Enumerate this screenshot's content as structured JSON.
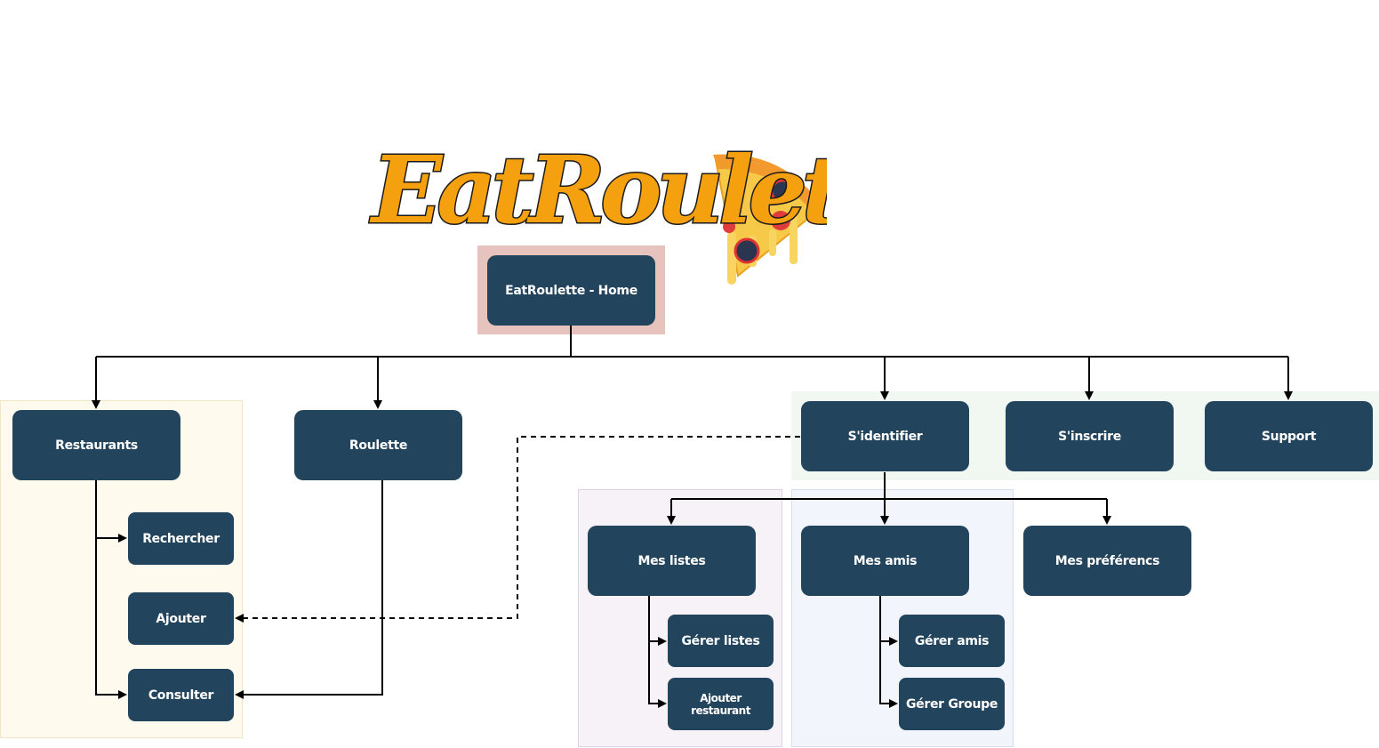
{
  "logo": {
    "text": "EatRoulette",
    "accent": "#f5a10f",
    "outline": "#1a1a1a"
  },
  "colors": {
    "node_fill": "#23445d",
    "node_text": "#ffffff",
    "edge": "#000000",
    "home_group": "#e6c4bd",
    "restaurants_group": "#fffaee",
    "auth_group": "#f1f7f1",
    "lists_group": "#f6f2f7",
    "friends_group": "#f2f5fc"
  },
  "nodes": {
    "home": "EatRoulette - Home",
    "restaurants": "Restaurants",
    "roulette": "Roulette",
    "sidentifier": "S'identifier",
    "sinscrire": "S'inscrire",
    "support": "Support",
    "rechercher": "Rechercher",
    "ajouter": "Ajouter",
    "consulter": "Consulter",
    "mes_listes": "Mes listes",
    "mes_amis": "Mes amis",
    "mes_preferences": "Mes préférencs",
    "gerer_listes": "Gérer listes",
    "ajouter_restaurant": "Ajouter restaurant",
    "gerer_amis": "Gérer amis",
    "gerer_groupe": "Gérer Groupe"
  }
}
